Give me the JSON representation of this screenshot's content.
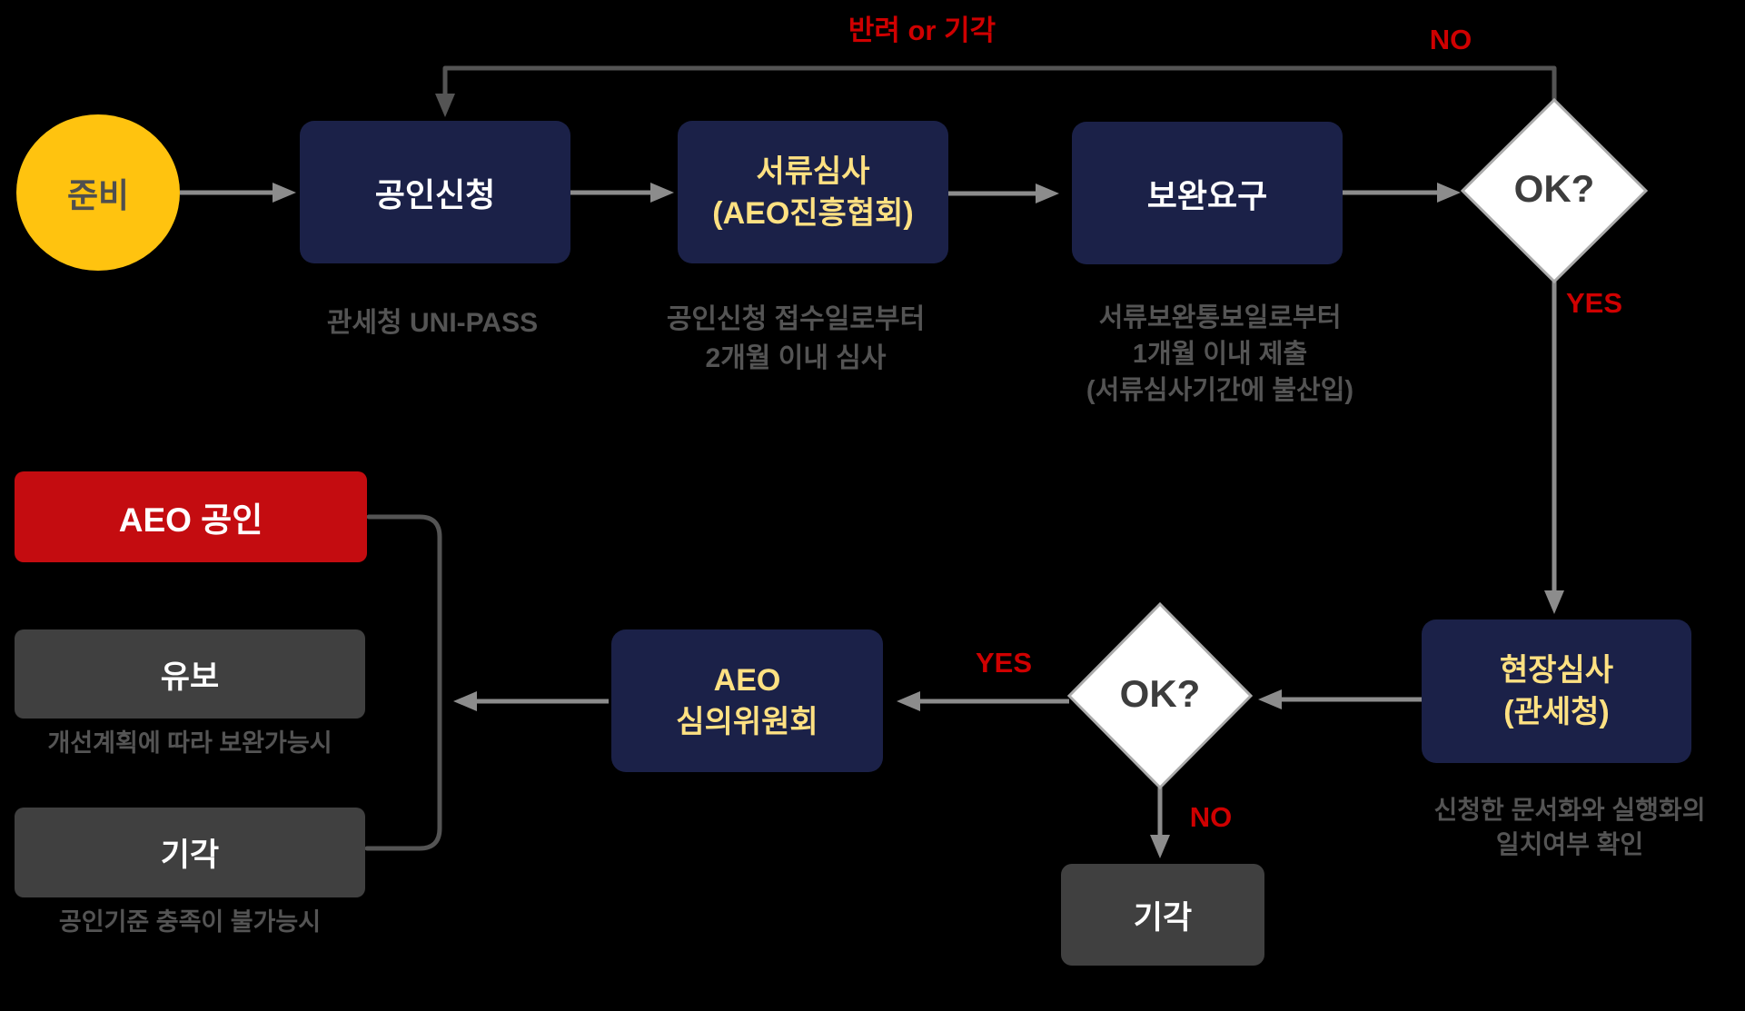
{
  "colors": {
    "background": "#000000",
    "navy_box": "#1b2148",
    "yellow_circle": "#ffc30f",
    "yellow_text": "#ffe182",
    "red_box": "#c40c10",
    "gray_box": "#404040",
    "caption_gray": "#545454",
    "arrow_gray": "#8c8c8c",
    "feedback_gray": "#545454",
    "label_red": "#cf0000",
    "diamond_fill": "#ffffff",
    "diamond_border": "#ababab"
  },
  "nodes": {
    "ready": {
      "label": "준비"
    },
    "apply": {
      "label": "공인신청",
      "caption": "관세청 UNI-PASS"
    },
    "doc_review": {
      "line1": "서류심사",
      "line2": "(AEO진흥협회)",
      "caption1": "공인신청 접수일로부터",
      "caption2": "2개월 이내 심사"
    },
    "supplement": {
      "label": "보완요구",
      "caption1": "서류보완통보일로부터",
      "caption2": "1개월 이내 제출",
      "caption3": "(서류심사기간에 불산입)"
    },
    "decision_doc": {
      "label": "OK?"
    },
    "field_audit": {
      "line1": "현장심사",
      "line2": "(관세청)",
      "caption1": "신청한 문서화와 실행화의",
      "caption2": "일치여부 확인"
    },
    "decision_audit": {
      "label": "OK?"
    },
    "committee": {
      "line1": "AEO",
      "line2": "심의위원회"
    },
    "certified": {
      "label": "AEO 공인"
    },
    "deferred": {
      "label": "유보",
      "caption": "개선계획에 따라 보완가능시"
    },
    "rejected_final": {
      "label": "기각",
      "caption": "공인기준 충족이 불가능시"
    },
    "rejected_audit": {
      "label": "기각"
    }
  },
  "edge_labels": {
    "reject_return": "반려 or 기각",
    "decision_doc_no": "NO",
    "decision_doc_yes": "YES",
    "decision_audit_yes": "YES",
    "decision_audit_no": "NO"
  }
}
